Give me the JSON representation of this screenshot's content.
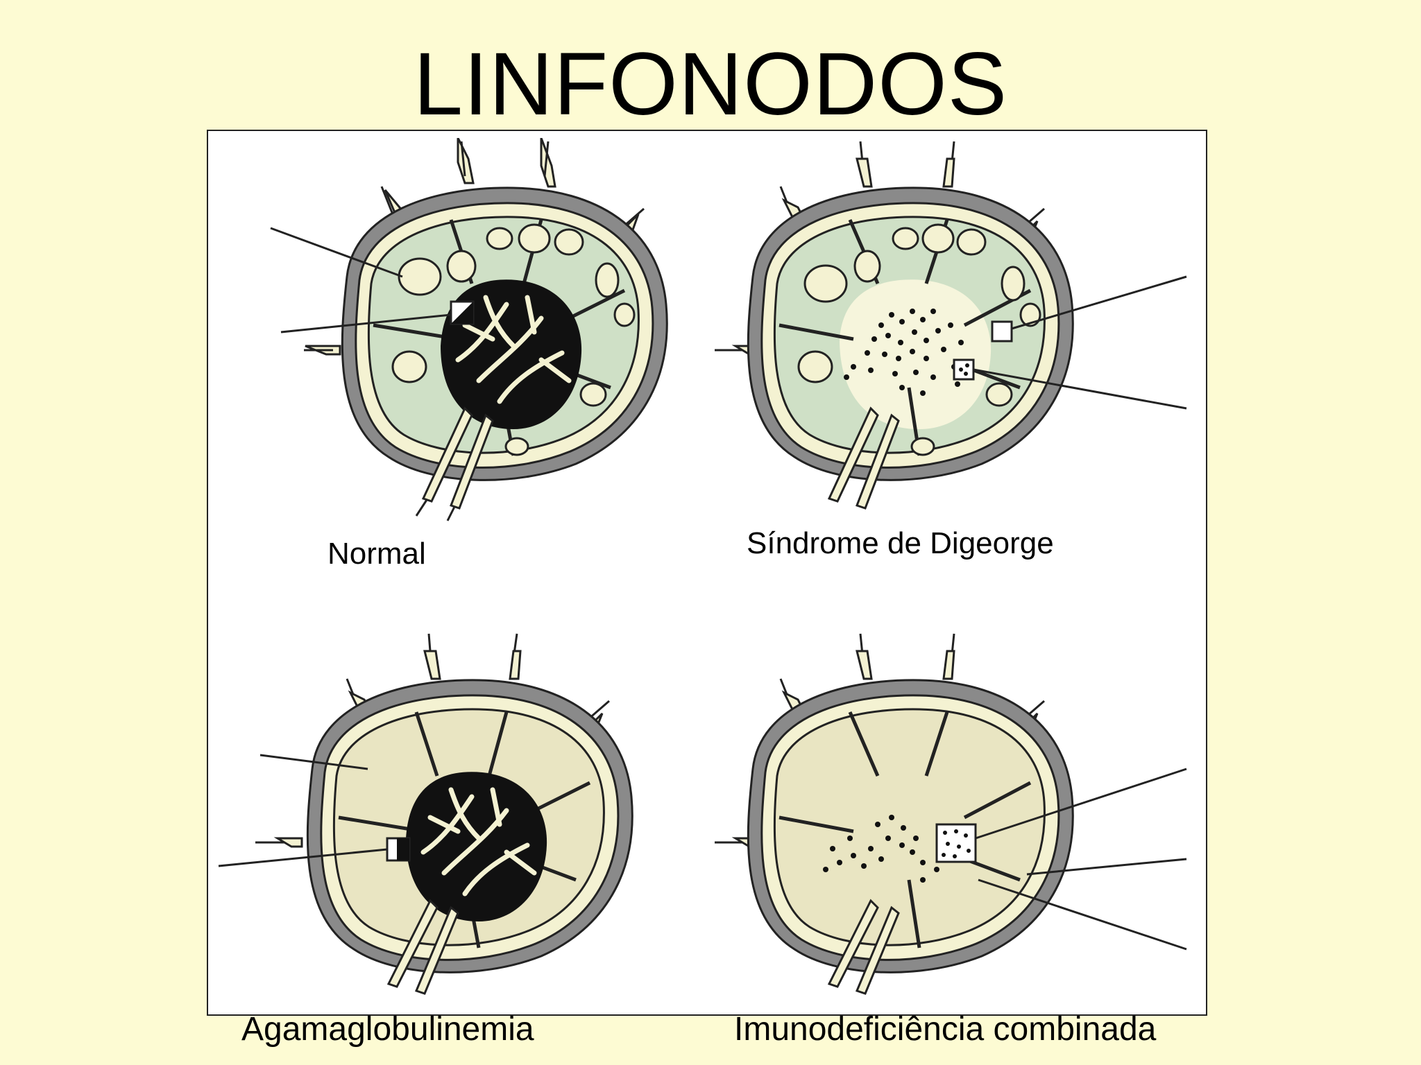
{
  "title": "LINFONODOS",
  "panels": [
    {
      "id": "normal",
      "caption": "Normal",
      "cortex_color": "#cfe0c6",
      "follicles": true,
      "paracortex": "dark",
      "marker": "half-filled"
    },
    {
      "id": "digeorge",
      "caption": "Síndrome de Digeorge",
      "cortex_color": "#cfe0c6",
      "follicles": true,
      "paracortex": "depleted-dots",
      "marker": "empty"
    },
    {
      "id": "agamma",
      "caption": "Agamaglobulinemia",
      "cortex_color": "#e9e5c2",
      "follicles": false,
      "paracortex": "dark",
      "marker": "half-filled"
    },
    {
      "id": "scid",
      "caption": "Imunodeficiência combinada",
      "cortex_color": "#e9e5c2",
      "follicles": false,
      "paracortex": "depleted-dots",
      "marker": "dotted"
    }
  ],
  "colors": {
    "background": "#fdfbd3",
    "capsule": "#8a8a8a",
    "sinus": "#f4f2d2",
    "medulla_dark": "#111111"
  }
}
